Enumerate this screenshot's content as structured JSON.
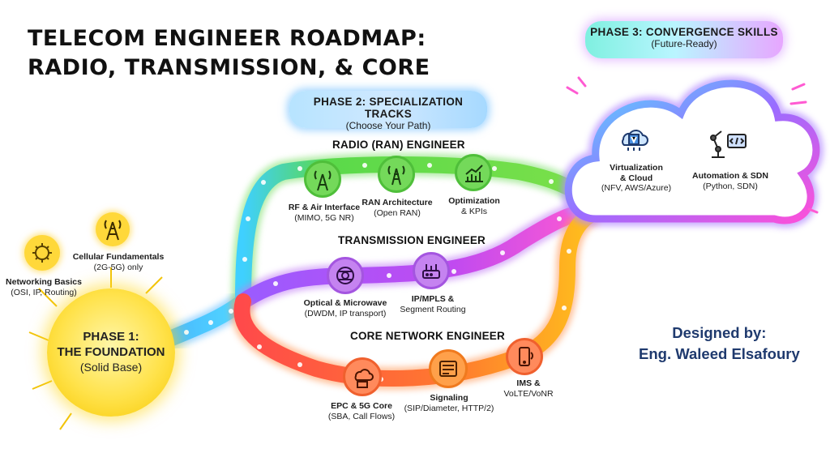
{
  "title": {
    "line1": "TELECOM ENGINEER ROADMAP:",
    "line2": "RADIO, TRANSMISSION, & CORE"
  },
  "phase1": {
    "heading1": "PHASE 1:",
    "heading2": "THE FOUNDATION",
    "sub": "(Solid Base)",
    "items": [
      {
        "name": "Networking Basics",
        "detail": "(OSI, IP, Routing)",
        "icon": "chip-icon"
      },
      {
        "name": "Cellular Fundamentals",
        "detail": "(2G-5G) only",
        "icon": "cell-tower-icon"
      }
    ]
  },
  "phase2": {
    "heading": "PHASE 2: SPECIALIZATION TRACKS",
    "sub": "(Choose Your Path)",
    "tracks": [
      {
        "name": "RADIO (RAN) ENGINEER",
        "items": [
          {
            "name": "RF & Air Interface",
            "detail": "(MIMO, 5G NR)",
            "icon": "antenna-icon"
          },
          {
            "name": "RAN Architecture",
            "detail": "(Open RAN)",
            "icon": "radio-tower-icon"
          },
          {
            "name": "Optimization",
            "detail": "& KPIs",
            "icon": "growth-chart-icon"
          }
        ]
      },
      {
        "name": "TRANSMISSION ENGINEER",
        "items": [
          {
            "name": "Optical & Microwave",
            "detail": "(DWDM, IP transport)",
            "icon": "fiber-spool-icon"
          },
          {
            "name": "IP/MPLS &",
            "detail": "Segment Routing",
            "icon": "router-icon"
          }
        ]
      },
      {
        "name": "CORE NETWORK ENGINEER",
        "items": [
          {
            "name": "EPC & 5G Core",
            "detail": "(SBA, Call Flows)",
            "icon": "cloud-server-icon"
          },
          {
            "name": "Signaling",
            "detail": "(SIP/Diameter, HTTP/2)",
            "icon": "signaling-device-icon"
          },
          {
            "name": "IMS &",
            "detail": "VoLTE/VoNR",
            "icon": "phone-icon"
          }
        ]
      }
    ]
  },
  "phase3": {
    "heading": "PHASE 3: CONVERGENCE SKILLS",
    "sub": "(Future-Ready)",
    "items": [
      {
        "name": "Virtualization",
        "name2": "& Cloud",
        "detail": "(NFV, AWS/Azure)",
        "icon": "cloud-v-icon"
      },
      {
        "name": "Automation & SDN",
        "detail": "(Python, SDN)",
        "icon": "robot-arm-icon"
      }
    ]
  },
  "credit": {
    "line1": "Designed by:",
    "line2": "Eng. Waleed Elsafoury"
  },
  "colors": {
    "foundation": "#f7c800",
    "radio_track": "#57d94a",
    "transmission_track": "#b04cf0",
    "core_track": "#ff6a3d",
    "trunk": "#4fb4ff",
    "convergence_cloud": "#a45cff"
  }
}
